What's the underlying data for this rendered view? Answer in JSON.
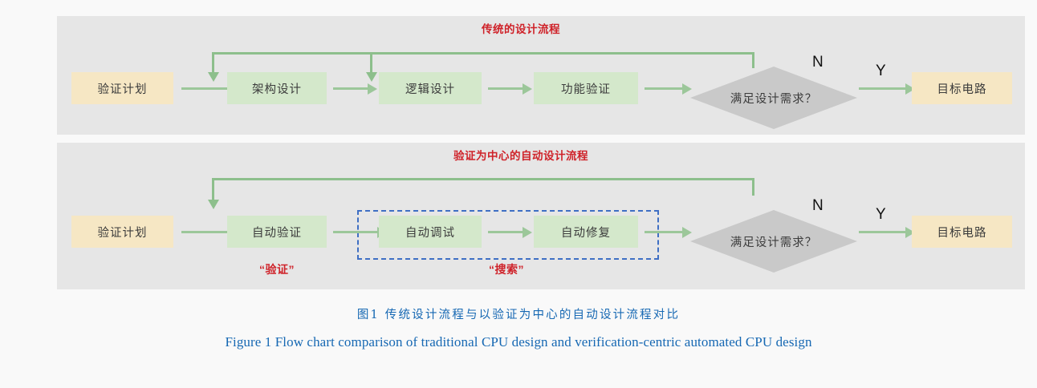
{
  "figure": {
    "caption_cn": "图1  传统设计流程与以验证为中心的自动设计流程对比",
    "caption_en": "Figure 1   Flow chart comparison of traditional CPU design and verification-centric automated CPU design",
    "caption_color": "#1668b3"
  },
  "colors": {
    "panel_bg": "#e6e6e6",
    "page_bg": "#f9f9f9",
    "start_node": "#f6e7c4",
    "process_node": "#d4e8cb",
    "decision_node": "#c9c9c9",
    "arrow": "#9cc79a",
    "title_red": "#cf2229",
    "dashed_blue": "#3f6fc4"
  },
  "flows": [
    {
      "id": "traditional",
      "title": "传统的设计流程",
      "nodes": [
        {
          "name": "验证计划",
          "type": "start"
        },
        {
          "name": "架构设计",
          "type": "process"
        },
        {
          "name": "逻辑设计",
          "type": "process"
        },
        {
          "name": "功能验证",
          "type": "process"
        },
        {
          "name": "满足设计需求？",
          "type": "decision"
        },
        {
          "name": "目标电路",
          "type": "start"
        }
      ],
      "branch_no": "N",
      "branch_yes": "Y"
    },
    {
      "id": "automated",
      "title": "验证为中心的自动设计流程",
      "nodes": [
        {
          "name": "验证计划",
          "type": "start"
        },
        {
          "name": "自动验证",
          "type": "process"
        },
        {
          "name": "自动调试",
          "type": "process"
        },
        {
          "name": "自动修复",
          "type": "process"
        },
        {
          "name": "满足设计需求？",
          "type": "decision"
        },
        {
          "name": "目标电路",
          "type": "start"
        }
      ],
      "branch_no": "N",
      "branch_yes": "Y",
      "annotations": [
        {
          "label": "“验证”"
        },
        {
          "label": "“搜索”"
        }
      ]
    }
  ]
}
